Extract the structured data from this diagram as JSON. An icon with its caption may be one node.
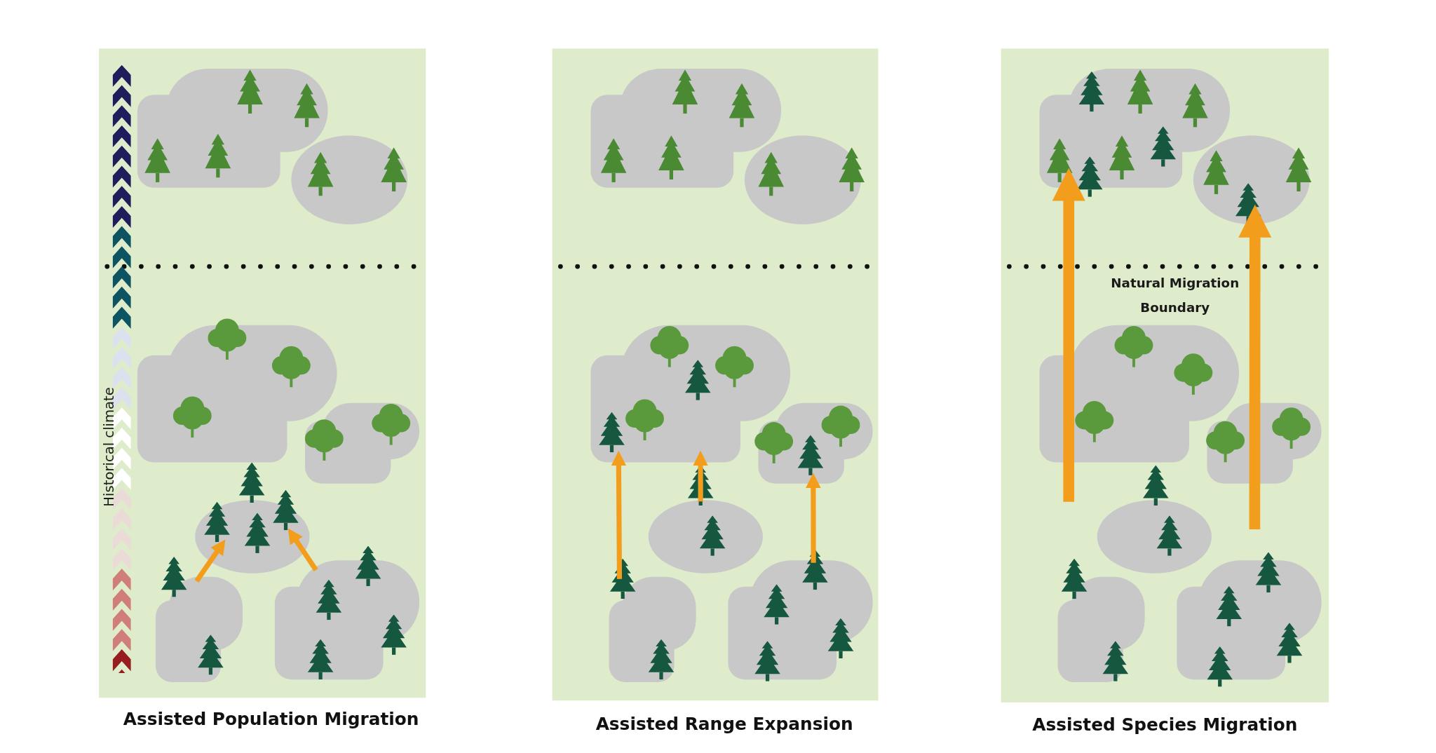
{
  "diagram": {
    "nodes": [
      {
        "text": [
          "Assisted Population Migration"
        ]
      },
      {
        "text": [],
        "shape": "blob",
        "in": 0
      },
      {
        "text": [],
        "shape": "blob",
        "in": 0
      },
      {
        "text": [],
        "shape": "blob",
        "in": 0
      },
      {
        "text": [],
        "shape": "blob",
        "in": 0
      },
      {
        "text": [],
        "shape": "blob",
        "in": 0
      },
      {
        "text": [],
        "shape": "blob",
        "in": 0
      },
      {
        "text": [],
        "shape": "blob",
        "in": 0
      },
      {
        "text": [
          "Assisted Range Expansion"
        ]
      },
      {
        "text": [],
        "shape": "blob",
        "in": 8
      },
      {
        "text": [],
        "shape": "blob",
        "in": 8
      },
      {
        "text": [],
        "shape": "blob",
        "in": 8
      },
      {
        "text": [],
        "shape": "blob",
        "in": 8
      },
      {
        "text": [],
        "shape": "blob",
        "in": 8
      },
      {
        "text": [],
        "shape": "blob",
        "in": 8
      },
      {
        "text": [],
        "shape": "blob",
        "in": 8
      },
      {
        "text": [
          "Assisted Species Migration"
        ]
      },
      {
        "text": [],
        "shape": "blob",
        "in": 16
      },
      {
        "text": [],
        "shape": "blob",
        "in": 16
      },
      {
        "text": [],
        "shape": "blob",
        "in": 16
      },
      {
        "text": [],
        "shape": "blob",
        "in": 16
      },
      {
        "text": [],
        "shape": "blob",
        "in": 16
      },
      {
        "text": [],
        "shape": "blob",
        "in": 16
      },
      {
        "text": [],
        "shape": "blob",
        "in": 16
      }
    ],
    "edges": [
      {
        "from": 6,
        "to": 5,
        "arrow": "to"
      },
      {
        "from": 7,
        "to": 5,
        "arrow": "to"
      },
      {
        "from": 14,
        "to": 11,
        "arrow": "to"
      },
      {
        "from": 13,
        "to": 11,
        "arrow": "to"
      },
      {
        "from": 15,
        "to": 12,
        "arrow": "to"
      },
      {
        "from": null,
        "to": 17,
        "arrow": "to",
        "style": "thick"
      },
      {
        "from": null,
        "to": 18,
        "arrow": "to",
        "style": "thick"
      }
    ],
    "labels": [
      "Historical climate",
      "Natural Migration Boundary"
    ]
  }
}
